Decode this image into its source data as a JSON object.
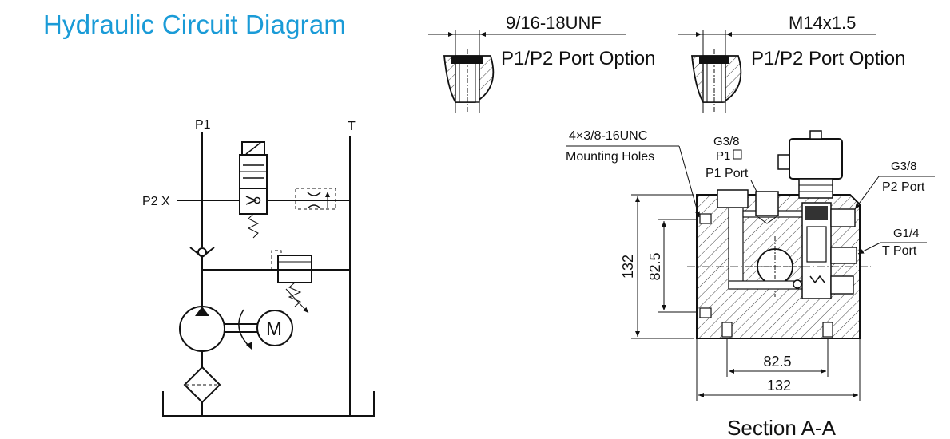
{
  "title": "Hydraulic Circuit Diagram",
  "port_options": [
    {
      "thread": "9/16-18UNF",
      "label": "P1/P2 Port Option"
    },
    {
      "thread": "M14x1.5",
      "label": "P1/P2 Port Option"
    }
  ],
  "circuit": {
    "p1_label": "P1",
    "t_label": "T",
    "p2_label": "P2 X",
    "motor_label": "M"
  },
  "section": {
    "mounting_thread": "4×3/8-16UNC",
    "mounting_label": "Mounting Holes",
    "p1_thread": "G3/8",
    "p1_code": "P1",
    "p1_label": "P1 Port",
    "p2_thread": "G3/8",
    "p2_label": "P2 Port",
    "t_thread": "G1/4",
    "t_label": "T Port",
    "dim_height": "132",
    "dim_hole_vertical": "82.5",
    "dim_hole_horizontal": "82.5",
    "dim_width": "132",
    "caption": "Section A-A"
  }
}
